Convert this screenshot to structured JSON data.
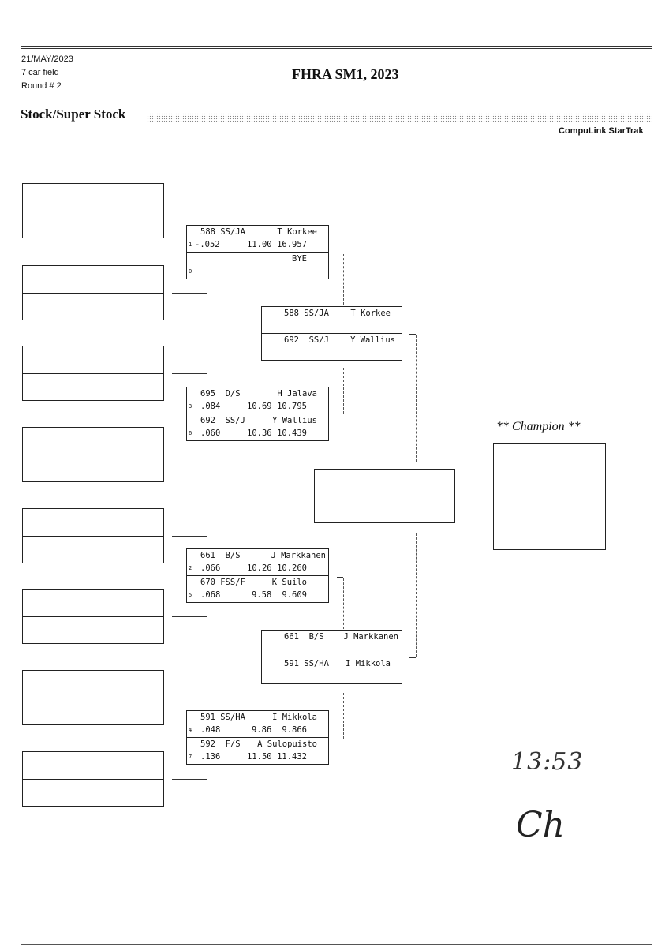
{
  "header": {
    "date": "21/MAY/2023",
    "field": "7 car field",
    "round": "Round # 2",
    "title": "FHRA SM1, 2023",
    "class_name": "Stock/Super Stock",
    "brand": "CompuLink StarTrak"
  },
  "round1": [
    {
      "top": {
        "id": "588 SS/JA",
        "name": "T Korkee",
        "lane": "1",
        "rt": "-.052",
        "dial": "11.00",
        "et": "16.957"
      },
      "bottom": {
        "id": "",
        "name": "BYE",
        "lane": "0",
        "rt": "",
        "dial": "",
        "et": ""
      }
    },
    {
      "top": {
        "id": "695  D/S",
        "name": "H Jalava",
        "lane": "3",
        "rt": ".084",
        "dial": "10.69",
        "et": "10.795"
      },
      "bottom": {
        "id": "692  SS/J",
        "name": "Y Wallius",
        "lane": "6",
        "rt": ".060",
        "dial": "10.36",
        "et": "10.439"
      }
    },
    {
      "top": {
        "id": "661  B/S",
        "name": "J Markkanen",
        "lane": "2",
        "rt": ".066",
        "dial": "10.26",
        "et": "10.260"
      },
      "bottom": {
        "id": "670 FSS/F",
        "name": "K Suilo",
        "lane": "5",
        "rt": ".068",
        "dial": "9.58",
        "et": "9.609"
      }
    },
    {
      "top": {
        "id": "591 SS/HA",
        "name": "I Mikkola",
        "lane": "4",
        "rt": ".048",
        "dial": "9.86",
        "et": "9.866"
      },
      "bottom": {
        "id": "592  F/S",
        "name": "A Sulopuisto",
        "lane": "7",
        "rt": ".136",
        "dial": "11.50",
        "et": "11.432"
      }
    }
  ],
  "round2": [
    {
      "top": {
        "id": "588 SS/JA",
        "name": "T Korkee"
      },
      "bottom": {
        "id": "692  SS/J",
        "name": "Y Wallius"
      }
    },
    {
      "top": {
        "id": "661  B/S",
        "name": "J Markkanen"
      },
      "bottom": {
        "id": "591 SS/HA",
        "name": "I Mikkola"
      }
    }
  ],
  "champion_label": "** Champion **",
  "handwritten": {
    "time": "13:53",
    "signature": "Ch"
  }
}
